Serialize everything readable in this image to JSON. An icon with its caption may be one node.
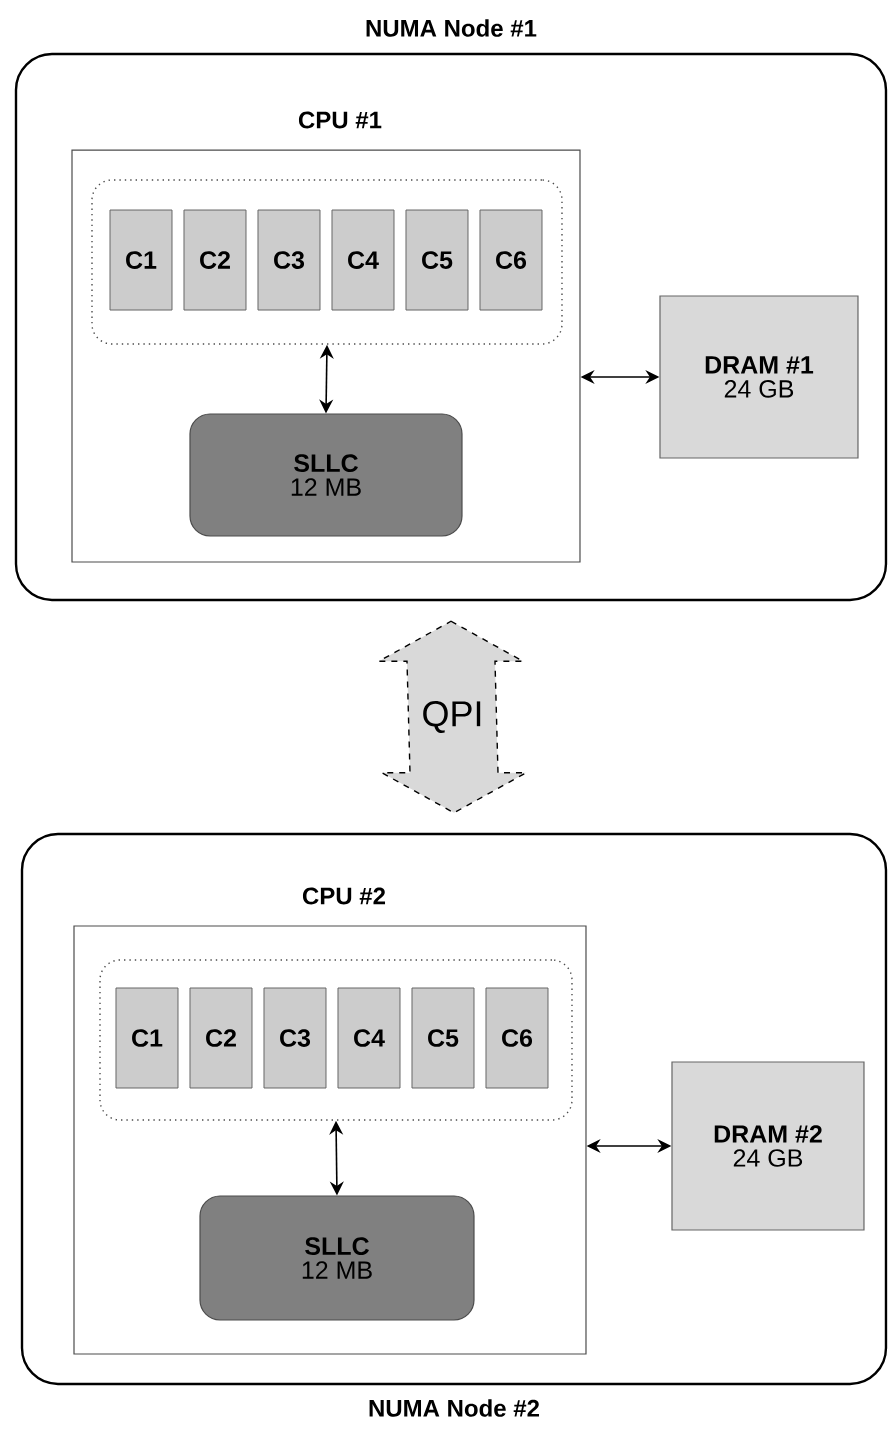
{
  "diagram": {
    "nodes": [
      {
        "text": [
          "NUMA Node #1"
        ]
      },
      {
        "text": [
          "CPU #1"
        ],
        "in": 0
      },
      {
        "text": [],
        "shape": "box",
        "in": 1
      },
      {
        "text": [
          "C1"
        ],
        "in": 2
      },
      {
        "text": [
          "C2"
        ],
        "in": 2
      },
      {
        "text": [
          "C3"
        ],
        "in": 2
      },
      {
        "text": [
          "C4"
        ],
        "in": 2
      },
      {
        "text": [
          "C5"
        ],
        "in": 2
      },
      {
        "text": [
          "C6"
        ],
        "in": 2
      },
      {
        "text": [
          "SLLC",
          "12 MB"
        ],
        "in": 1
      },
      {
        "text": [
          "DRAM #1",
          "24 GB"
        ],
        "in": 0
      },
      {
        "text": [
          "NUMA Node #2"
        ]
      },
      {
        "text": [
          "CPU #2"
        ],
        "in": 11
      },
      {
        "text": [],
        "shape": "box",
        "in": 12
      },
      {
        "text": [
          "C1"
        ],
        "in": 13
      },
      {
        "text": [
          "C2"
        ],
        "in": 13
      },
      {
        "text": [
          "C3"
        ],
        "in": 13
      },
      {
        "text": [
          "C4"
        ],
        "in": 13
      },
      {
        "text": [
          "C5"
        ],
        "in": 13
      },
      {
        "text": [
          "C6"
        ],
        "in": 13
      },
      {
        "text": [
          "SLLC",
          "12 MB"
        ],
        "in": 12
      },
      {
        "text": [
          "DRAM #2",
          "24 GB"
        ],
        "in": 11
      }
    ],
    "edges": [
      {
        "from": 2,
        "to": 9,
        "arrow": "both"
      },
      {
        "from": 1,
        "to": 10,
        "arrow": "both"
      },
      {
        "from": 0,
        "to": 11,
        "arrow": "both",
        "label": "QPI",
        "style": "dashed"
      },
      {
        "from": 13,
        "to": 20,
        "arrow": "both"
      },
      {
        "from": 12,
        "to": 21,
        "arrow": "both"
      }
    ]
  }
}
